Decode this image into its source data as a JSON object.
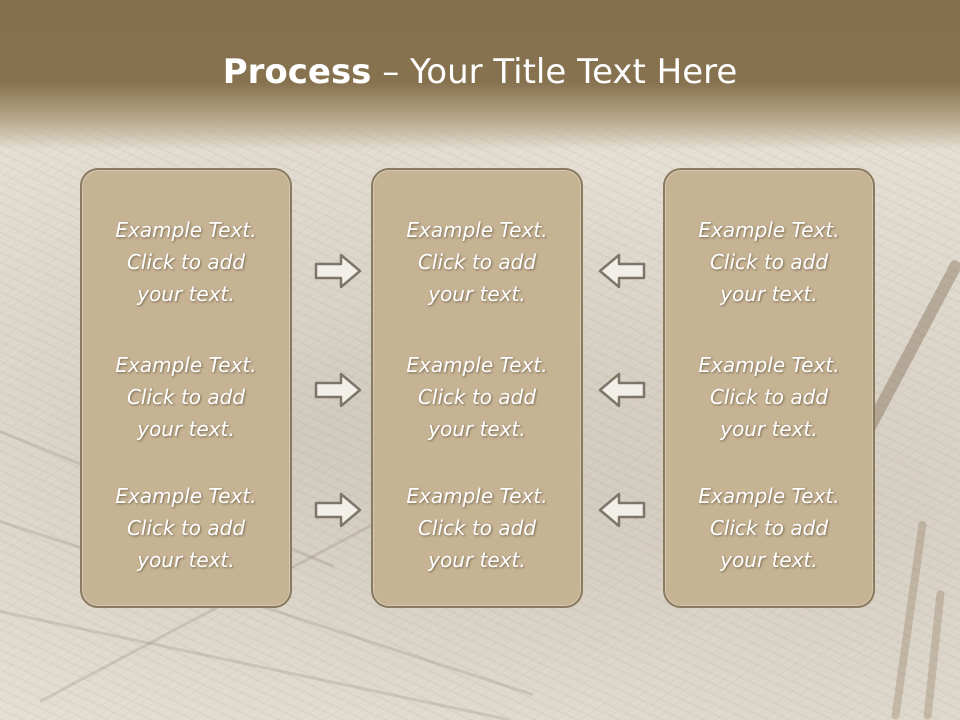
{
  "title": {
    "bold": "Process",
    "rest": " – Your Title Text Here"
  },
  "columns": [
    {
      "items": [
        {
          "line1": "Example Text.",
          "line2": "Click  to add",
          "line3": "your text."
        },
        {
          "line1": "Example Text.",
          "line2": "Click  to add",
          "line3": "your text."
        },
        {
          "line1": "Example Text.",
          "line2": "Click  to add",
          "line3": "your text."
        }
      ]
    },
    {
      "items": [
        {
          "line1": "Example Text.",
          "line2": "Click  to add",
          "line3": "your text."
        },
        {
          "line1": "Example Text.",
          "line2": "Click  to add",
          "line3": "your text."
        },
        {
          "line1": "Example Text.",
          "line2": "Click  to add",
          "line3": "your text."
        }
      ]
    },
    {
      "items": [
        {
          "line1": "Example Text.",
          "line2": "Click  to add",
          "line3": "your text."
        },
        {
          "line1": "Example Text.",
          "line2": "Click  to add",
          "line3": "your text."
        },
        {
          "line1": "Example Text.",
          "line2": "Click  to add",
          "line3": "your text."
        }
      ]
    }
  ],
  "arrows": {
    "left_group": "right-arrow-icon",
    "right_group": "left-arrow-icon"
  },
  "colors": {
    "header": "#84704f",
    "box": "#c6b394",
    "box_border": "#8a7a60",
    "text": "#ffffff",
    "background": "#e6e0d4"
  }
}
